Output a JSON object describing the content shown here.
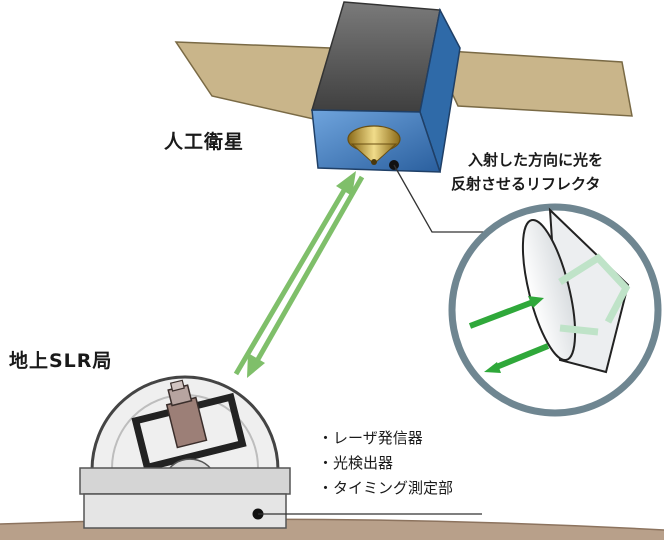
{
  "labels": {
    "satellite": "人工衛星",
    "reflector_line1": "入射した方向に光を",
    "reflector_line2": "反射させるリフレクタ",
    "ground_station": "地上SLR局"
  },
  "station_components": [
    "・レーザ発信器",
    "・光検出器",
    "・タイミング測定部"
  ],
  "colors": {
    "solar_panel": "#c9b58a",
    "satellite_body_dark": "#4d4d4d",
    "satellite_body_blue": "#3f7fc9",
    "reflector_gold": "#c8a43a",
    "laser_arrow": "#7fbf6a",
    "laser_arrow_detail": "#2fa83a",
    "zoom_circle_border": "#6f8691",
    "ground": "#b8a08a",
    "station_box": "#e3e3e3",
    "dome": "#ededed"
  }
}
